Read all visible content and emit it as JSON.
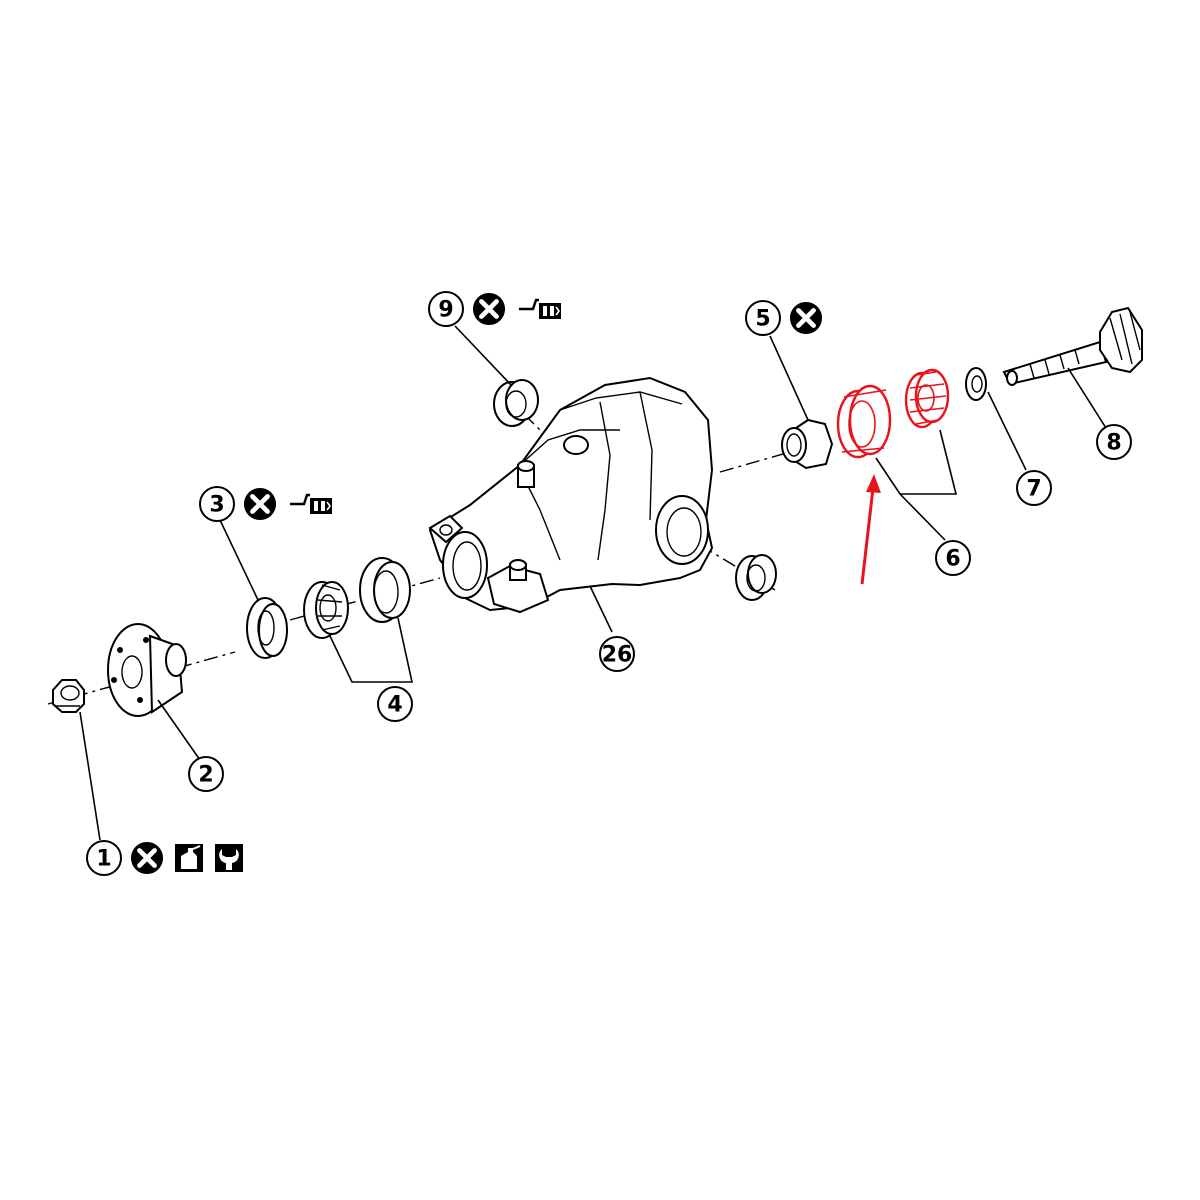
{
  "diagram": {
    "callouts": [
      {
        "id": "1",
        "label": "1",
        "symbols": [
          "do-not-reuse-icon",
          "apply-sealant-icon",
          "torque-wrench-icon"
        ]
      },
      {
        "id": "2",
        "label": "2",
        "symbols": []
      },
      {
        "id": "3",
        "label": "3",
        "symbols": [
          "do-not-reuse-icon",
          "apply-grease-icon"
        ]
      },
      {
        "id": "4",
        "label": "4",
        "symbols": []
      },
      {
        "id": "5",
        "label": "5",
        "symbols": [
          "do-not-reuse-icon"
        ]
      },
      {
        "id": "6",
        "label": "6",
        "symbols": []
      },
      {
        "id": "7",
        "label": "7",
        "symbols": []
      },
      {
        "id": "8",
        "label": "8",
        "symbols": []
      },
      {
        "id": "9",
        "label": "9",
        "symbols": [
          "do-not-reuse-icon",
          "apply-grease-icon"
        ]
      },
      {
        "id": "26",
        "label": "26",
        "symbols": []
      }
    ],
    "highlight": {
      "part": "6",
      "color": "#e8141c"
    },
    "colors": {
      "line": "#000000",
      "highlight": "#e8141c",
      "background": "#ffffff"
    }
  }
}
